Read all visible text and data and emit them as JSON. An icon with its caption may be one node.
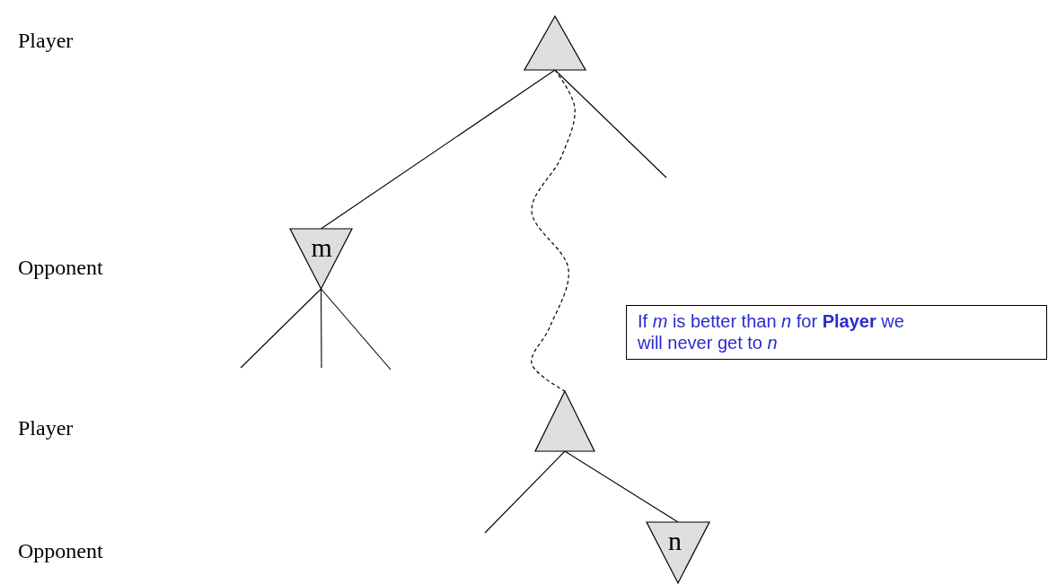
{
  "diagram": {
    "nodes": [
      {
        "text": [],
        "shape": "triangle"
      },
      {
        "text": [
          "m"
        ]
      },
      {
        "text": [],
        "shape": "triangle"
      },
      {
        "text": [
          "n"
        ]
      },
      {
        "text": [
          "If *m* is better than *n* for **Player** we will never get to *n*"
        ]
      }
    ],
    "edges": [
      {
        "from": 0,
        "to": 1,
        "arrow": "none"
      },
      {
        "from": 0,
        "to": 2,
        "arrow": "none",
        "style": "dashed"
      },
      {
        "from": 0,
        "to": null,
        "arrow": "none"
      },
      {
        "from": 1,
        "to": null,
        "arrow": "none"
      },
      {
        "from": 1,
        "to": null,
        "arrow": "none"
      },
      {
        "from": 1,
        "to": null,
        "arrow": "none"
      },
      {
        "from": 2,
        "to": null,
        "arrow": "none"
      },
      {
        "from": 2,
        "to": 3,
        "arrow": "none"
      }
    ],
    "labels": [
      "Player",
      "Opponent",
      "Player",
      "Opponent"
    ]
  }
}
